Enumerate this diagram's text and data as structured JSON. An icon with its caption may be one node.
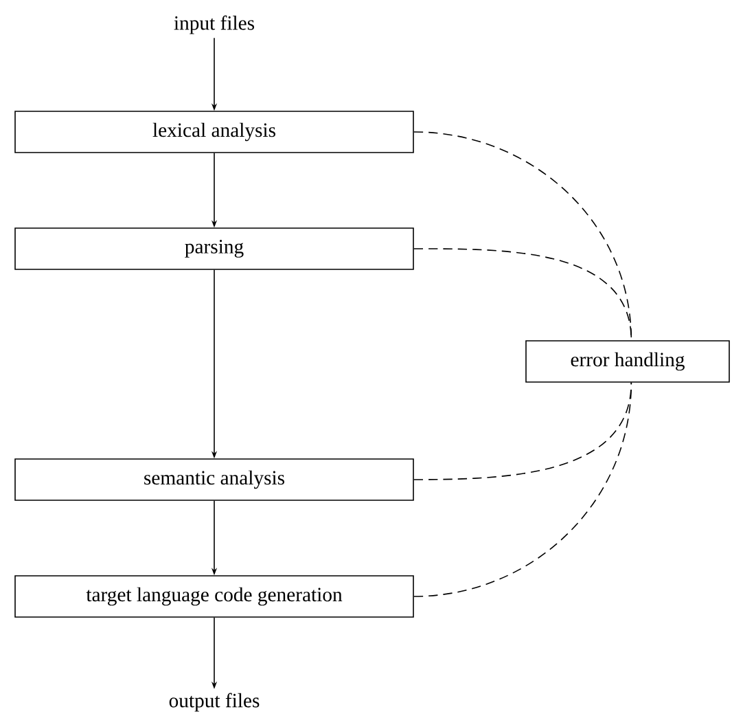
{
  "diagram": {
    "nodes": [
      {
        "text": [
          "input files"
        ]
      },
      {
        "text": [
          "lexical analysis"
        ]
      },
      {
        "text": [
          "parsing"
        ]
      },
      {
        "text": [
          "semantic analysis"
        ]
      },
      {
        "text": [
          "target language code generation"
        ]
      },
      {
        "text": [
          "output files"
        ]
      },
      {
        "text": [
          "error handling"
        ]
      }
    ],
    "edges": [
      {
        "from": 0,
        "to": 1,
        "arrow": "to"
      },
      {
        "from": 1,
        "to": 2,
        "arrow": "to"
      },
      {
        "from": 2,
        "to": 3,
        "arrow": "to"
      },
      {
        "from": 3,
        "to": 4,
        "arrow": "to"
      },
      {
        "from": 4,
        "to": 5,
        "arrow": "to"
      },
      {
        "from": 1,
        "to": 6,
        "arrow": "none",
        "style": "dashed"
      },
      {
        "from": 2,
        "to": 6,
        "arrow": "none",
        "style": "dashed"
      },
      {
        "from": 3,
        "to": 6,
        "arrow": "none",
        "style": "dashed"
      },
      {
        "from": 4,
        "to": 6,
        "arrow": "none",
        "style": "dashed"
      }
    ]
  }
}
